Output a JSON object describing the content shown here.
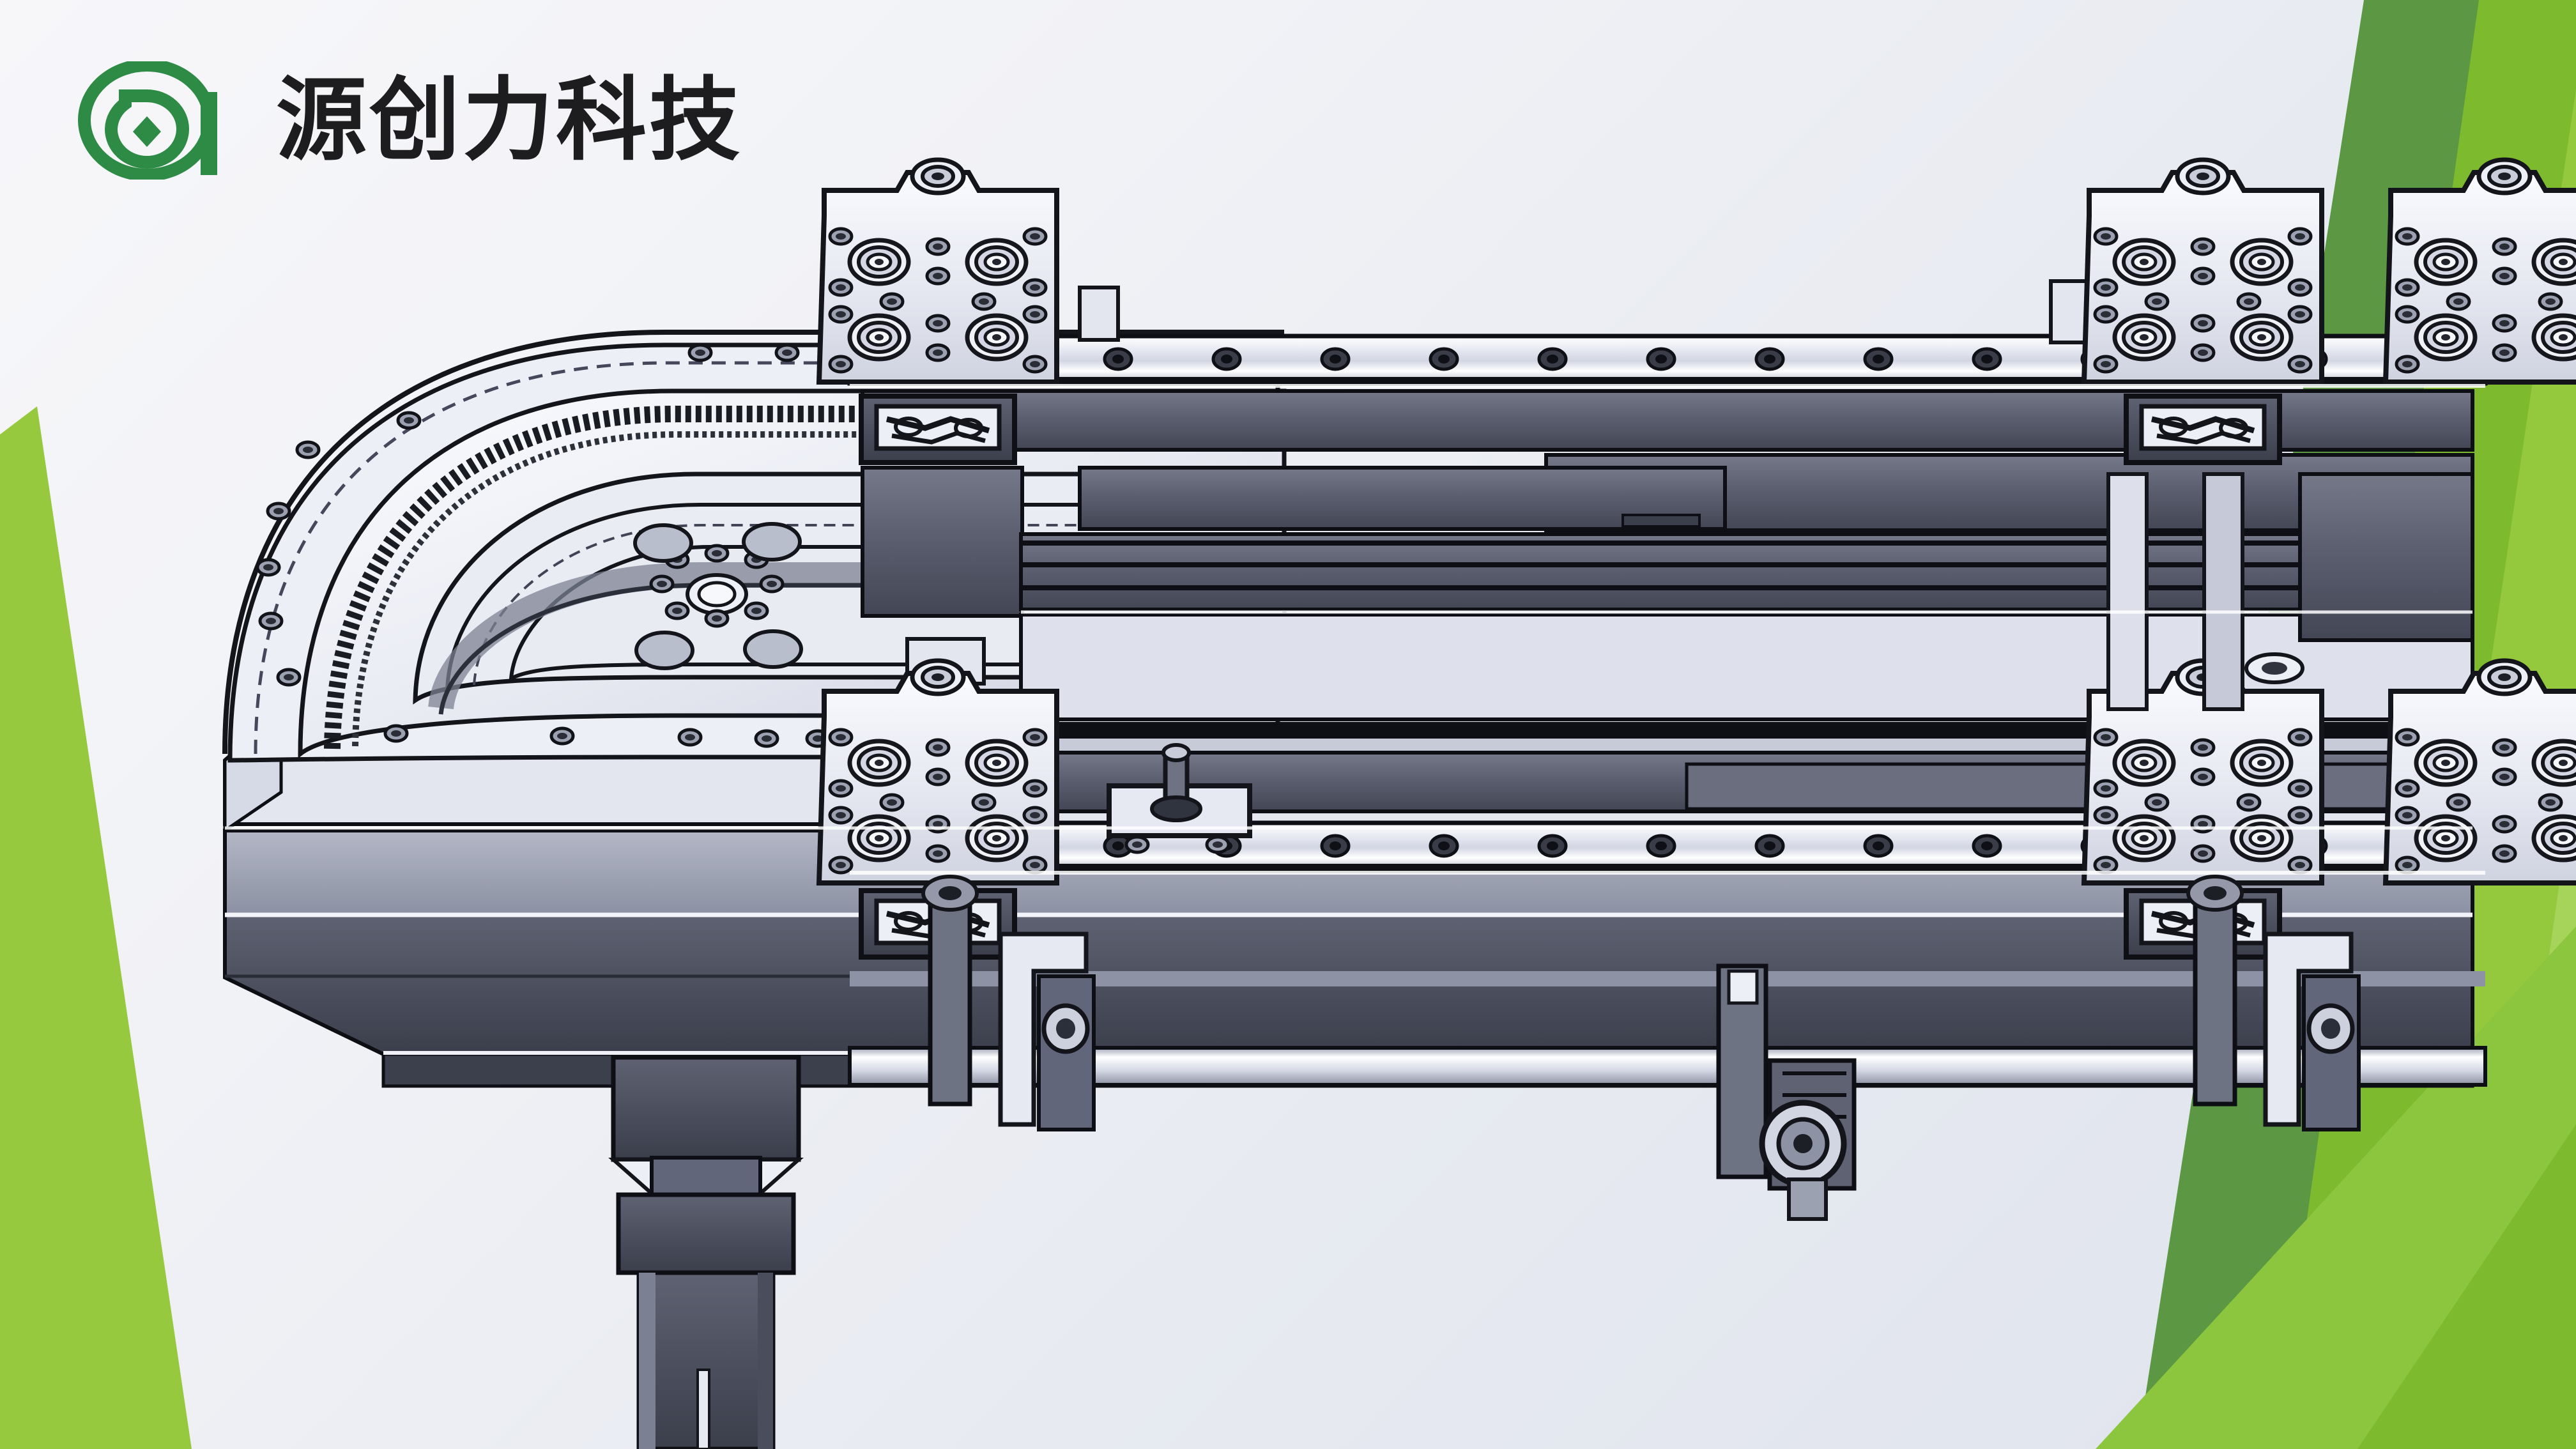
{
  "brand": {
    "logo_icon": "yuanchuangli-leaf-mark",
    "name": "源创力科技",
    "mark_color": "#2E8B45",
    "text_color": "#1D1D1F"
  },
  "background": {
    "gradient_from": "#F7F7FA",
    "gradient_to": "#DFE3EC",
    "style": "diagonal-light-grey"
  },
  "decorations": {
    "left_band": {
      "name": "left-green-band",
      "color": "#97C93F"
    },
    "right_bands": [
      {
        "name": "right-green-band-dark",
        "color": "#5E9A45"
      },
      {
        "name": "right-green-band-mid",
        "color": "#6DAA4E"
      },
      {
        "name": "right-green-band-bright",
        "color": "#7DBA2E"
      },
      {
        "name": "right-green-band-light",
        "color": "#95C93D"
      },
      {
        "name": "right-green-band-pale",
        "color": "#A6D45A"
      }
    ]
  },
  "illustration": {
    "name": "cad-rendering-curved-track-conveyor",
    "subject": "Ring-guide curved rail indexing conveyor assembly",
    "view": "isometric CAD shaded view with edges",
    "palette": {
      "body_light": "#E8EAF2",
      "body_mid": "#C9CCDA",
      "frame_dark": "#5C5F70",
      "frame_darker": "#4A4D5C",
      "edge": "#111318",
      "highlight": "#FFFFFF"
    },
    "components": [
      {
        "name": "curved-ring-guide-track",
        "count": 1
      },
      {
        "name": "rotary-index-table",
        "count": 1
      },
      {
        "name": "center-bolt-circle",
        "count": 1,
        "holes": 8
      },
      {
        "name": "base-plate-chamfered",
        "count": 1
      },
      {
        "name": "upper-linear-rail",
        "count": 1,
        "bolt_holes": 13
      },
      {
        "name": "lower-linear-rail",
        "count": 1,
        "bolt_holes": 13
      },
      {
        "name": "carriage-block",
        "count": 4,
        "cam_bearings_each": 4
      },
      {
        "name": "carriage-coupler",
        "count": 4
      },
      {
        "name": "support-leg-column",
        "count": 1
      },
      {
        "name": "clamp-bracket",
        "count": 5
      },
      {
        "name": "roller-bearing-assembly",
        "count": 2
      },
      {
        "name": "sensor-pin-bracket",
        "count": 1
      },
      {
        "name": "cross-tie-shaft",
        "count": 2
      },
      {
        "name": "aluminium-extrusion-beam",
        "count": 3
      }
    ]
  }
}
